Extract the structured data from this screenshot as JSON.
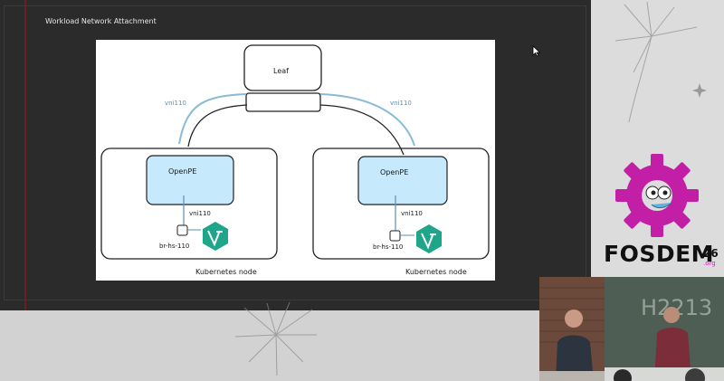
{
  "slide": {
    "title": "Workload Network Attachment",
    "diagram": {
      "leaf_label": "Leaf",
      "left_uplink_label": "vni110",
      "right_uplink_label": "vni110",
      "left_node": {
        "pe_label": "OpenPE",
        "vni_label": "vni110",
        "bridge_label": "br-hs-110",
        "node_label": "Kubernetes node"
      },
      "right_node": {
        "pe_label": "OpenPE",
        "vni_label": "vni110",
        "bridge_label": "br-hs-110",
        "node_label": "Kubernetes node"
      }
    }
  },
  "branding": {
    "name": "FOSDEM",
    "year": "26",
    "tld": ".org",
    "gear_color": "#c21fa6"
  },
  "video": {
    "whiteboard_text": "H2213"
  },
  "icons": {
    "cursor": "mouse-pointer-icon",
    "pod_icon": "vpn-logo-icon"
  },
  "colors": {
    "pe_fill": "#c6e9fb",
    "link_blue": "#5a8fb5",
    "text_dark": "#1a1a1a",
    "pod_green": "#1fa58a"
  }
}
